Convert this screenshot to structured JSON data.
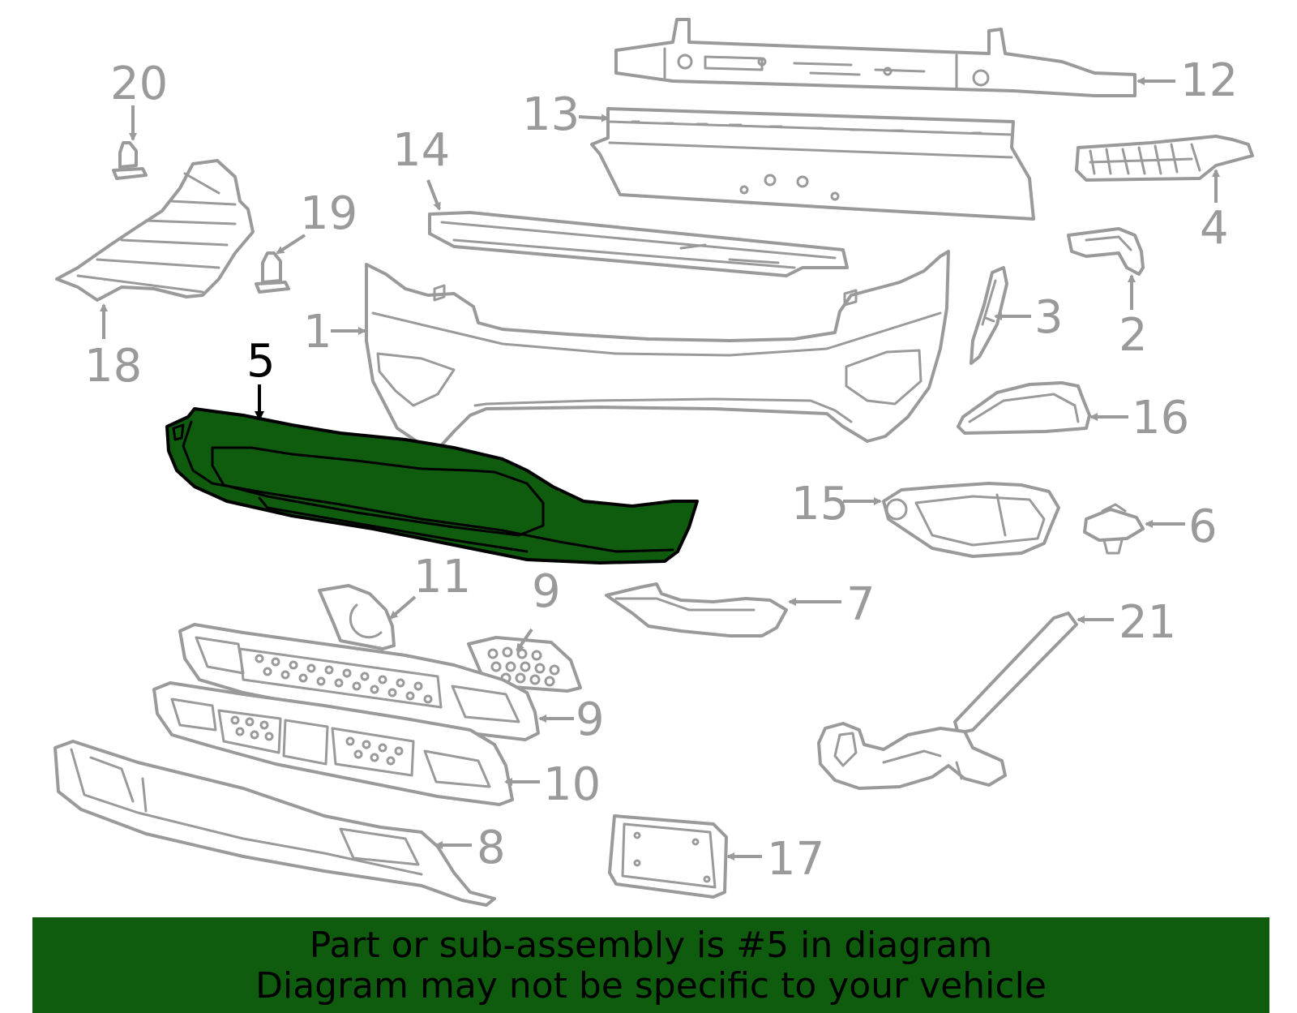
{
  "diagram": {
    "labels": {
      "p1": "1",
      "p2": "2",
      "p3": "3",
      "p4": "4",
      "p5": "5",
      "p6": "6",
      "p7": "7",
      "p8": "8",
      "p9a": "9",
      "p9b": "9",
      "p10": "10",
      "p11": "11",
      "p12": "12",
      "p13": "13",
      "p14": "14",
      "p15": "15",
      "p16": "16",
      "p17": "17",
      "p18": "18",
      "p19": "19",
      "p20": "20",
      "p21": "21"
    },
    "highlighted_part": "5",
    "colors": {
      "highlight_fill": "#0f5c0f",
      "part_outline": "#9a9a9a",
      "highlight_outline": "#000000",
      "banner": "#0f5c0f"
    }
  },
  "banner": {
    "line1": "Part or sub-assembly is #5 in diagram",
    "line2": "Diagram may not be specific to your vehicle"
  }
}
